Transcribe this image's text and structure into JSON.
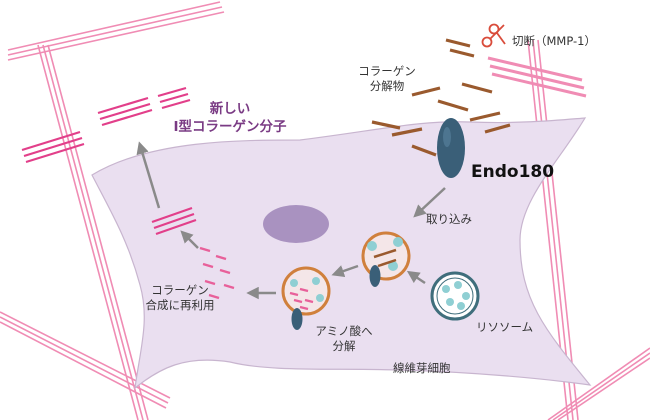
{
  "labels": {
    "cleavage": "切断（MMP-1）",
    "fragments_line1": "コラーゲン",
    "fragments_line2": "分解物",
    "new_collagen_line1": "新しい",
    "new_collagen_line2": "I型コラーゲン分子",
    "receptor": "Endo180",
    "uptake": "取り込み",
    "reuse_line1": "コラーゲン",
    "reuse_line2": "合成に再利用",
    "amino_line1": "アミノ酸へ",
    "amino_line2": "分解",
    "lysosome": "リソソーム",
    "fibroblast": "線維芽細胞"
  },
  "colors": {
    "cell_fill": "#eadff0",
    "cell_stroke": "#c8b5cf",
    "nucleus": "#a992c0",
    "fiber": "#f08cb4",
    "new_fiber": "#e23f8a",
    "fragment": "#9a5a2e",
    "receptor": "#3a5f78",
    "vesicle_ring": "#d0803c",
    "lysosome_ring": "#3f6e7c",
    "lysosome_dot": "#8fcfd3",
    "arrow": "#8a8a8a",
    "title_text": "#7a3b84"
  },
  "icons": {
    "cleavage": "scissors-icon"
  }
}
